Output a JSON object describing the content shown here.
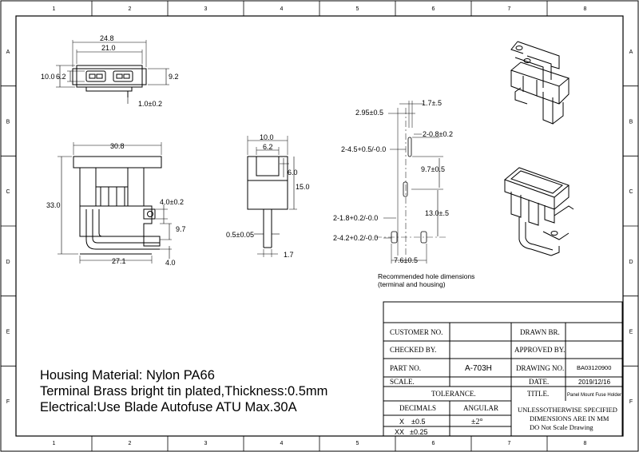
{
  "grid": {
    "columns": [
      "1",
      "2",
      "3",
      "4",
      "5",
      "6",
      "7",
      "8"
    ],
    "rows": [
      "A",
      "B",
      "C",
      "D",
      "E",
      "F"
    ]
  },
  "top_view": {
    "dims": [
      "24.8",
      "21.0",
      "10.0",
      "6.2",
      "9.2",
      "1.0±0.2"
    ]
  },
  "front_view": {
    "dims": [
      "30.8",
      "33.0",
      "4.0±0.2",
      "9.7",
      "27.1",
      "4.0"
    ]
  },
  "side_view": {
    "dims": [
      "10.0",
      "6.2",
      "6.0",
      "15.0",
      "0.5±0.05",
      "1.7"
    ]
  },
  "hole_view": {
    "dims": [
      "1.7±.5",
      "2.95±0.5",
      "2-0.8±0.2",
      "2-4.5+0.5/-0.0",
      "9.7±0.5",
      "2-1.8+0.2/-0.0",
      "13.0±.5",
      "2-4.2+0.2/-0.0",
      "7.6±0.5"
    ],
    "caption_line1": "Recommended hole dimensions",
    "caption_line2": "(terminal and housing)"
  },
  "notes": [
    "Housing Material: Nylon PA66",
    "Terminal Brass bright tin plated,Thickness:0.5mm",
    "Electrical:Use Blade Autofuse ATU Max.30A"
  ],
  "title_block": {
    "customer_no_label": "CUSTOMER NO.",
    "checked_by_label": "CHECKED BY.",
    "part_no_label": "PART NO.",
    "part_no_value": "A-703H",
    "scale_label": "SCALE.",
    "tolerance_label": "TOLERANCE.",
    "drawn_by_label": "DRAWN BR.",
    "approved_by_label": "APPROVED BY.",
    "drawing_no_label": "DRAWING NO.",
    "drawing_no_value": "BA03120900",
    "date_label": "DATE.",
    "date_value": "2019/12/16",
    "title_label": "TITLE.",
    "title_value": "Panel Mount Fuse Holder",
    "decimals_label": "DECIMALS",
    "angular_label": "ANGULAR",
    "x_label": "X",
    "x_value": "±0.5",
    "xx_label": "XX",
    "xx_value": "±0.25",
    "angular_value": "±2°",
    "note_line1": "UNLESSOTHERWISE SPECIFIED",
    "note_line2": "DIMENSIONS ARE IN MM",
    "note_line3": "DO Not Scale Drawing"
  }
}
